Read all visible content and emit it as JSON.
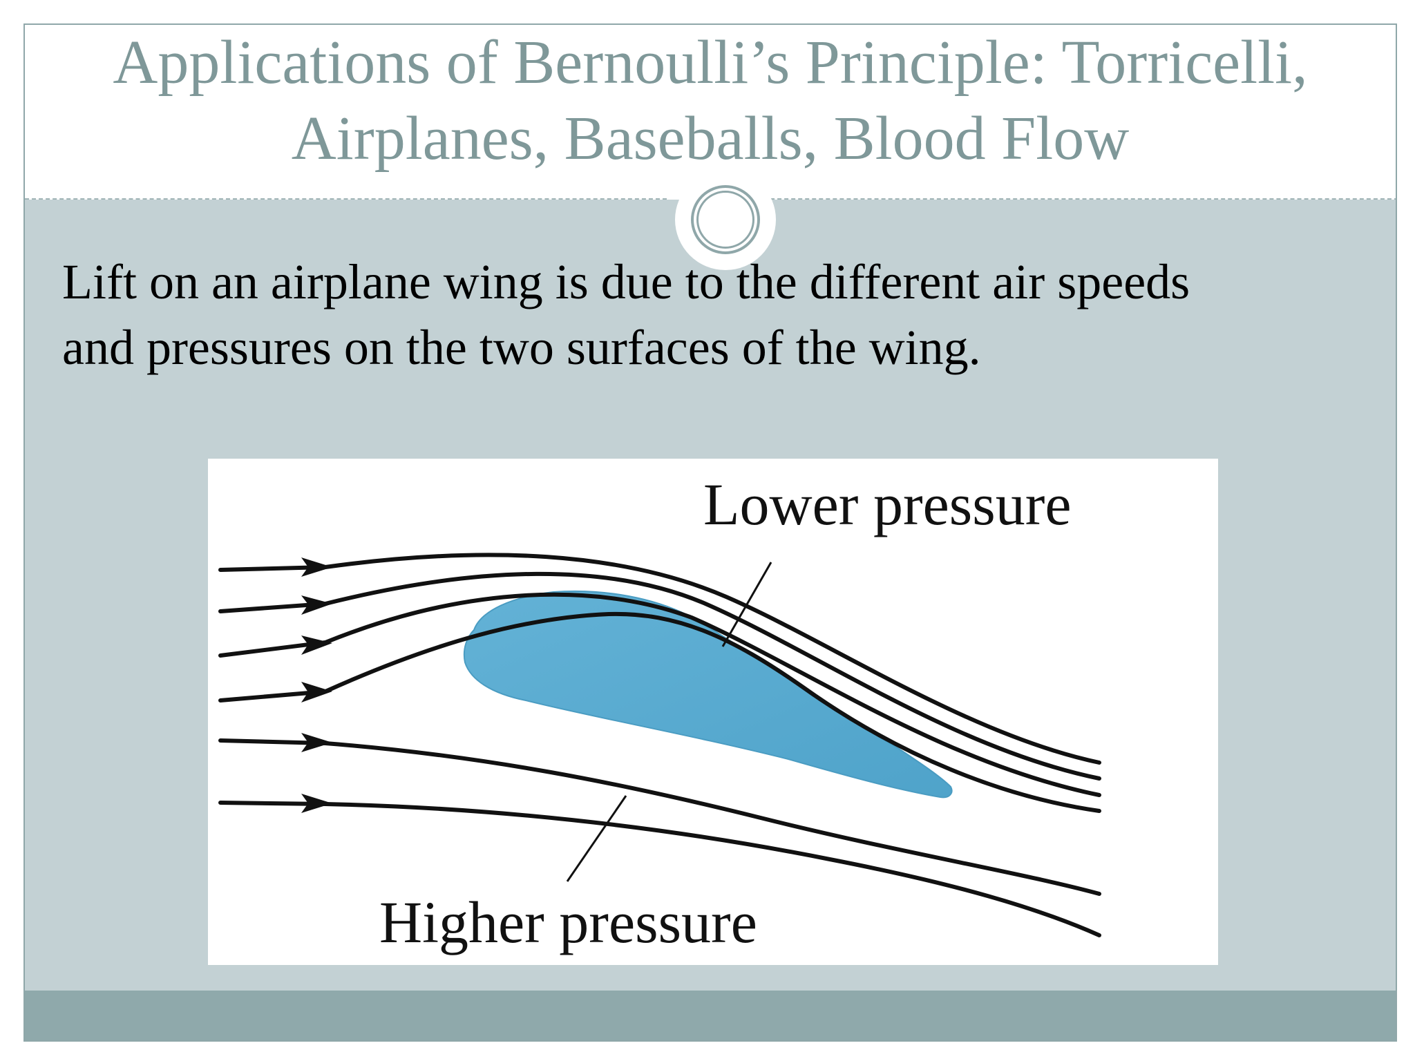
{
  "slide": {
    "title_line1": "Applications of Bernoulli’s Principle: Torricelli,",
    "title_line2": "Airplanes, Baseballs, Blood Flow",
    "body_line1": "Lift on an airplane wing is due to the different air speeds",
    "body_line2": "and pressures on the two surfaces of the wing."
  },
  "diagram": {
    "label_top": "Lower pressure",
    "label_bottom": "Higher pressure",
    "wing_color": "#5aabd0",
    "streamline_count": 6
  },
  "colors": {
    "title": "#7f9899",
    "content_background": "#c3d1d4",
    "footer": "#8fa9ab"
  }
}
